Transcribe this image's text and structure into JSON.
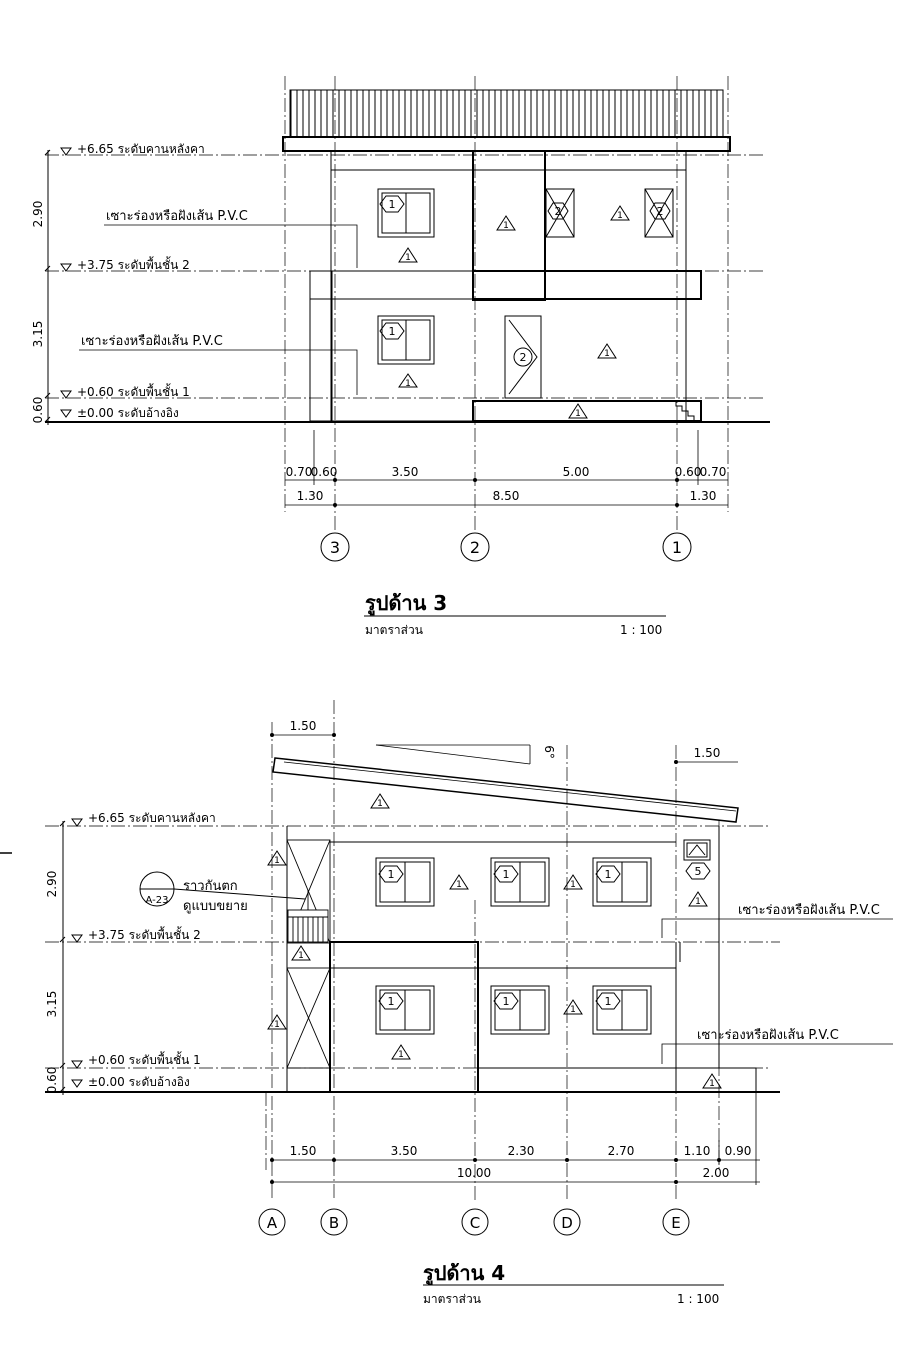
{
  "elevation3": {
    "title": "รูปด้าน 3",
    "scale_label": "มาตราส่วน",
    "scale_value": "1 : 100",
    "levels": {
      "roof_beam": "+6.65  ระดับคานหลังคา",
      "floor2": "+3.75  ระดับพื้นชั้น 2",
      "floor1": "+0.60  ระดับพื้นชั้น 1",
      "ref": "±0.00  ระดับอ้างอิง"
    },
    "vertical_dims": [
      "2.90",
      "3.15",
      "0.60"
    ],
    "notes": [
      "เซาะร่องหรือฝังเส้น P.V.C",
      "เซาะร่องหรือฝังเส้น P.V.C"
    ],
    "dims_top": [
      "0.70",
      "0.60",
      "3.50",
      "5.00",
      "0.60",
      "0.70"
    ],
    "dims_bottom": [
      "1.30",
      "8.50",
      "1.30"
    ],
    "grid": [
      "3",
      "2",
      "1"
    ],
    "tags": {
      "window": "1",
      "door": "2",
      "wall": "1",
      "window2": "2"
    }
  },
  "elevation4": {
    "title": "รูปด้าน 4",
    "scale_label": "มาตราส่วน",
    "scale_value": "1 : 100",
    "levels": {
      "roof_beam": "+6.65  ระดับคานหลังคา",
      "floor2": "+3.75  ระดับพื้นชั้น 2",
      "floor1": "+0.60  ระดับพื้นชั้น 1",
      "ref": "±0.00  ระดับอ้างอิง"
    },
    "vertical_dims": [
      "2.90",
      "3.15",
      "0.60"
    ],
    "roof_dims": [
      "1.50",
      "1.50"
    ],
    "slope": "6°",
    "railing_note": [
      "ราวกันตก",
      "ดูแบบขยาย"
    ],
    "detail_ref": "A-23",
    "notes": [
      "เซาะร่องหรือฝังเส้น P.V.C",
      "เซาะร่องหรือฝังเส้น P.V.C"
    ],
    "dims_top": [
      "1.50",
      "3.50",
      "2.30",
      "2.70",
      "1.10",
      "0.90"
    ],
    "dims_bottom": [
      "10.00",
      "2.00"
    ],
    "grid": [
      "A",
      "B",
      "C",
      "D",
      "E"
    ],
    "tags": {
      "window": "1",
      "wall": "1",
      "vent": "5"
    }
  }
}
